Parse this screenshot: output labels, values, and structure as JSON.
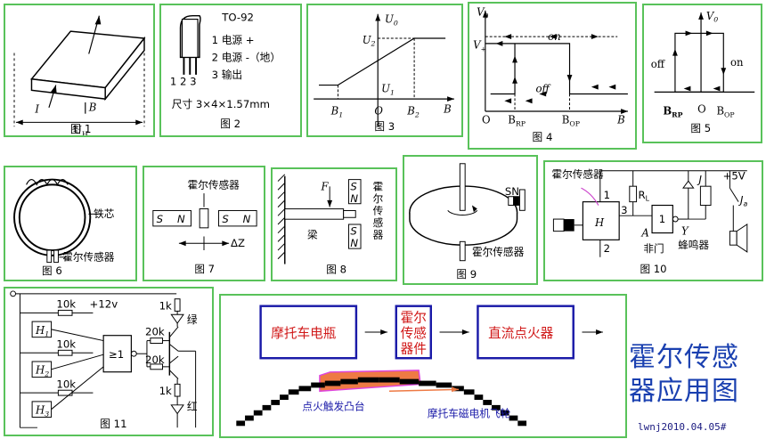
{
  "figures": {
    "fig1": {
      "caption": "图 1",
      "label_I": "I",
      "label_B": "B",
      "label_UH": "U",
      "label_UH_sub": "H"
    },
    "fig2": {
      "caption": "图 2",
      "package": "TO-92",
      "pin_numbers": "1 2 3",
      "pins": [
        "1  电源 +",
        "2  电源 -（地）",
        "3  输出"
      ],
      "size": "尺寸 3×4×1.57mm"
    },
    "fig3": {
      "caption": "图 3",
      "y_axis": "U",
      "y_sub": "0",
      "u2": "U",
      "u2_sub": "2",
      "u1": "U",
      "u1_sub": "1",
      "b1": "B",
      "b1_sub": "1",
      "origin": "O",
      "b2": "B",
      "b2_sub": "2",
      "x_axis": "B"
    },
    "fig4": {
      "caption": "图 4",
      "y_axis": "V",
      "y_sub": "0",
      "v_plus": "V",
      "v_plus_sub": "+",
      "on": "on",
      "off": "off",
      "origin": "O",
      "brp": "B",
      "brp_sub": "RP",
      "bop": "B",
      "bop_sub": "OP",
      "x_axis": "B"
    },
    "fig5": {
      "caption": "图 5",
      "y_axis": "V",
      "y_sub": "0",
      "off": "off",
      "on": "on",
      "brp": "B",
      "brp_sub": "RP",
      "origin": "O",
      "bop": "B",
      "bop_sub": "OP"
    },
    "fig6": {
      "caption": "图 6",
      "core": "铁芯",
      "sensor": "霍尔传感器"
    },
    "fig7": {
      "caption": "图 7",
      "sensor": "霍尔传感器",
      "s": "S",
      "n": "N",
      "delta": "ΔZ"
    },
    "fig8": {
      "caption": "图 8",
      "force": "F",
      "beam": "梁",
      "sensor_lines": [
        "霍",
        "尔",
        "传",
        "感",
        "器"
      ],
      "s": "S",
      "n": "N"
    },
    "fig9": {
      "caption": "图 9",
      "sensor": "霍尔传感器",
      "sn": "SN"
    },
    "fig10": {
      "caption": "图 10",
      "sensor": "霍尔传感器",
      "vcc": "+5V",
      "h": "H",
      "pin1": "1",
      "pin3": "3",
      "pin2": "2",
      "rl": "R",
      "rl_sub": "L",
      "gate_num": "1",
      "a": "A",
      "y": "Y",
      "not_gate": "非门",
      "buzzer": "蜂鸣器",
      "j": "J",
      "ja": "J",
      "ja_sub": "a"
    },
    "fig11": {
      "caption": "图 11",
      "v12": "+12v",
      "r10k": "10k",
      "h1": "H",
      "h1_sub": "1",
      "h2": "H",
      "h2_sub": "2",
      "h3": "H",
      "h3_sub": "3",
      "gate": "≥1",
      "r20k": "20k",
      "r1k": "1k",
      "green": "绿",
      "red": "红"
    }
  },
  "application": {
    "battery": "摩托车电瓶",
    "hall_lines": [
      "霍尔",
      "传感",
      "器件"
    ],
    "igniter": "直流点火器",
    "cam": "点火触发凸台",
    "flywheel": "摩托车磁电机飞轮",
    "title_line1": "霍尔传感",
    "title_line2": "器应用图",
    "signature": "lwnj2010.04.05#"
  },
  "colors": {
    "panel_border": "#59c25a",
    "box_border": "#1a1aa8",
    "red_text": "#d01818",
    "title_blue": "#1a40b0",
    "cam_fill": "#ee7a44",
    "cam_edge": "#dd44dd"
  }
}
